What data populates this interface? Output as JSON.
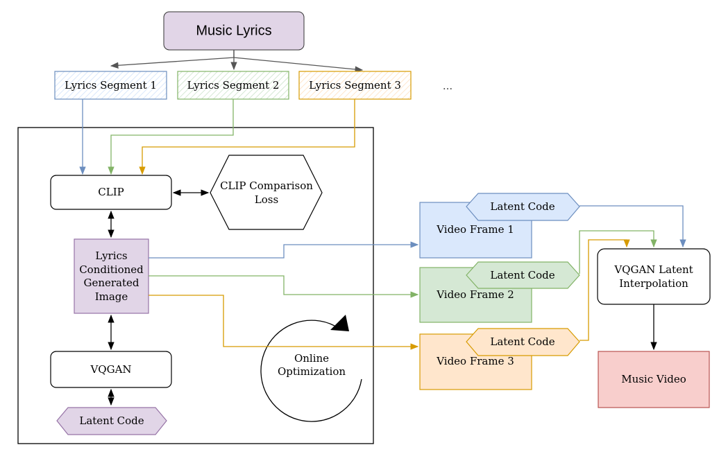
{
  "title": "Music Lyrics",
  "segments": [
    {
      "label": "Lyrics Segment 1",
      "color": "#6c8ebf",
      "fill": "#dae8fc"
    },
    {
      "label": "Lyrics Segment 2",
      "color": "#82b366",
      "fill": "#d5e8d4"
    },
    {
      "label": "Lyrics Segment 3",
      "color": "#d79b00",
      "fill": "#ffe6cc"
    }
  ],
  "ellipsis": "...",
  "clip": "CLIP",
  "loss": {
    "line1": "CLIP Comparison",
    "line2": "Loss"
  },
  "generated_image": {
    "lines": [
      "Lyrics",
      "Conditioned",
      "Generated",
      "Image"
    ],
    "fill": "#e1d5e7",
    "stroke": "#9673a6"
  },
  "vqgan": "VQGAN",
  "latent_code_main": "Latent Code",
  "online_optimization": {
    "line1": "Online",
    "line2": "Optimization"
  },
  "frames": [
    {
      "label": "Video Frame 1",
      "latent": "Latent Code"
    },
    {
      "label": "Video Frame 2",
      "latent": "Latent Code"
    },
    {
      "label": "Video Frame 3",
      "latent": "Latent Code"
    }
  ],
  "interpolation": {
    "line1": "VQGAN Latent",
    "line2": "Interpolation"
  },
  "music_video": {
    "label": "Music Video",
    "fill": "#f8cecc",
    "stroke": "#b85450"
  }
}
